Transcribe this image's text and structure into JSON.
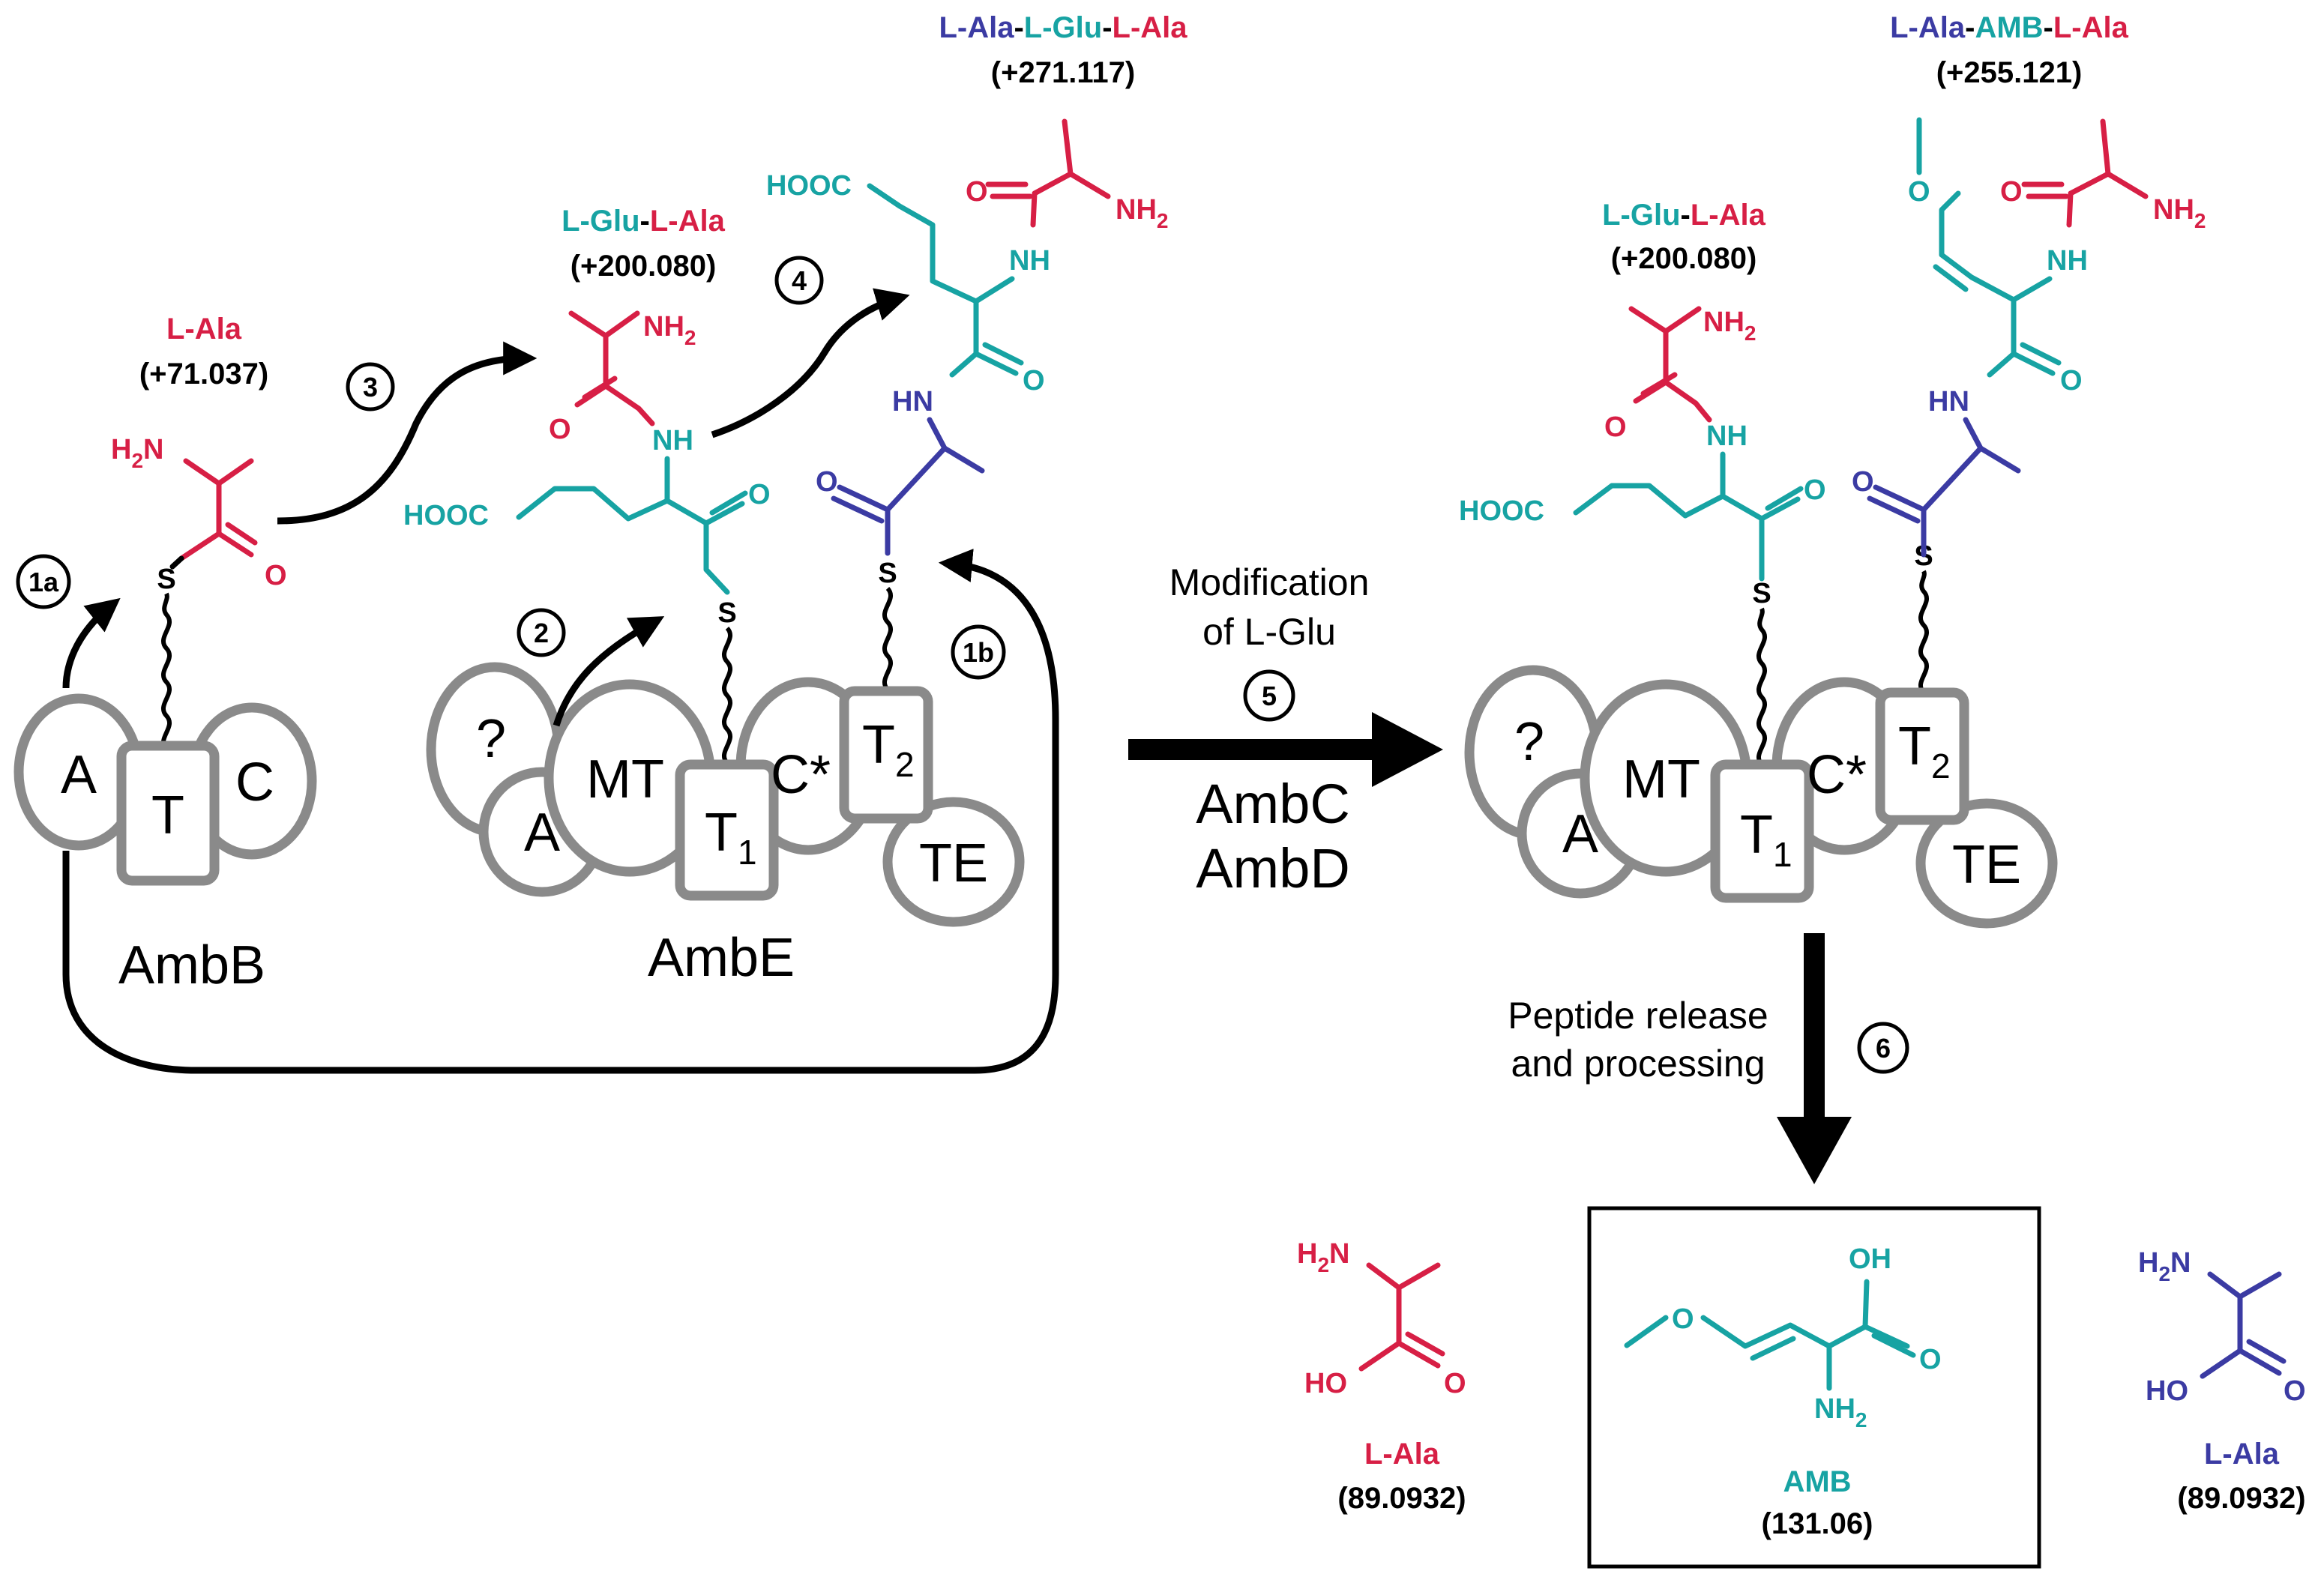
{
  "colors": {
    "ala": "#d71f45",
    "glu": "#17a3a3",
    "ala2": "#3b3ba3",
    "domain_stroke": "#8a8a8a",
    "black": "#000000"
  },
  "labels": {
    "a_domain": "A",
    "t_domain": "T",
    "c_domain": "C",
    "q_domain": "?",
    "mt_domain": "MT",
    "cstar_domain": "C*",
    "te_domain": "TE",
    "t1_main": "T",
    "t1_sub": "1",
    "t2_main": "T",
    "t2_sub": "2",
    "sulfur": "S",
    "ambb": "AmbB",
    "ambe": "AmbE",
    "step_1a": "1a",
    "step_1b": "1b",
    "step_2": "2",
    "step_3": "3",
    "step_4": "4",
    "step_5": "5",
    "step_6": "6",
    "modification_line1": "Modification",
    "modification_line2": "of L-Glu",
    "ambc": "AmbC",
    "ambd": "AmbD",
    "release_line1": "Peptide release",
    "release_line2": "and processing"
  },
  "atoms": {
    "h2n": "H",
    "h2n_2": "2",
    "h2n_n": "N",
    "nh2_nh": "NH",
    "nh2_2": "2",
    "nh": "NH",
    "hn": "HN",
    "o": "O",
    "hooc": "HOOC",
    "ho": "HO",
    "oh": "OH"
  },
  "names": {
    "l_ala_1": "L-Ala",
    "mass_ala_1": "(+71.037)",
    "l_glu_2": "L-Glu",
    "dash": "-",
    "l_ala_2": "L-Ala",
    "mass_glu_ala": "(+200.080)",
    "tri_a": "L-Ala",
    "tri_b": "L-Glu",
    "tri_c": "L-Ala",
    "mass_tri": "(+271.117)",
    "r_glu": "L-Glu",
    "r_ala": "L-Ala",
    "mass_r_glu_ala": "(+200.080)",
    "amb_tri_a": "L-Ala",
    "amb_tri_b": "AMB",
    "amb_tri_c": "L-Ala",
    "mass_amb_tri": "(+255.121)",
    "free_ala_1": "L-Ala",
    "free_ala_1_mass": "(89.0932)",
    "amb": "AMB",
    "amb_mass": "(131.06)",
    "free_ala_2": "L-Ala",
    "free_ala_2_mass": "(89.0932)"
  }
}
